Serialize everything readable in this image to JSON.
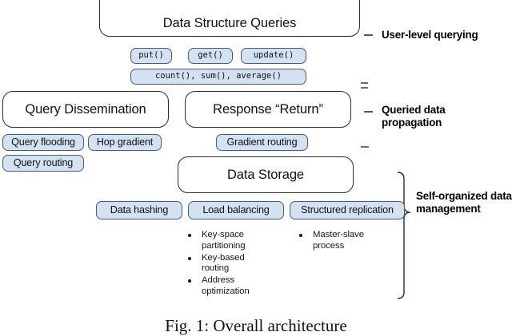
{
  "figure": {
    "caption": "Fig. 1: Overall architecture"
  },
  "layers": {
    "title": "Data Structure Queries",
    "api_chips": [
      {
        "label": "put()"
      },
      {
        "label": "get()"
      },
      {
        "label": "update()"
      },
      {
        "label": "count(), sum(), average()"
      }
    ],
    "query_dissemination": "Query Dissemination",
    "response_return": "Response “Return”",
    "dissemination_chips": [
      {
        "label": "Query flooding"
      },
      {
        "label": "Hop gradient"
      },
      {
        "label": "Query routing"
      }
    ],
    "response_chips": [
      {
        "label": "Gradient routing"
      }
    ],
    "data_storage": "Data Storage",
    "storage_chips": [
      {
        "label": "Data hashing"
      },
      {
        "label": "Load balancing"
      },
      {
        "label": "Structured replication"
      }
    ],
    "storage_bullets_left": [
      "Key-space partitioning",
      "Key-based routing",
      "Address optimization"
    ],
    "storage_bullets_right": [
      "Master-slave process"
    ]
  },
  "annotations": [
    {
      "label": "User-level querying"
    },
    {
      "label": "Queried data propagation"
    },
    {
      "label": "Self-organized data management"
    }
  ],
  "colors": {
    "chip_fill": "#d3e2f2",
    "chip_stroke": "#4a5a6a",
    "box_stroke": "#2b2b2b",
    "text": "#111111",
    "background": "#ffffff"
  }
}
